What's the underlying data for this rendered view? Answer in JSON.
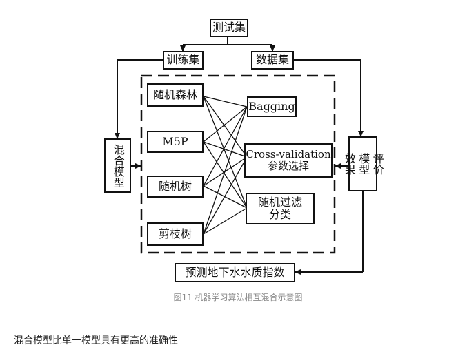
{
  "diagram": {
    "nodes": {
      "test_set": "测试集",
      "train_set": "训练集",
      "data_set": "数据集",
      "random_forest": "随机森林",
      "m5p": "M5P",
      "random_tree": "随机树",
      "pruned_tree": "剪枝树",
      "bagging": "Bagging",
      "cv_line1": "Cross-validation",
      "cv_line2": "参数选择",
      "filter_line1": "随机过滤",
      "filter_line2": "分类",
      "hybrid_model": "混合模型",
      "eval_line1": "评价",
      "eval_line2": "模型",
      "eval_line3": "效果",
      "output": "预测地下水水质指数"
    }
  },
  "caption": "图11 机器学习算法相互混合示意图",
  "body_text": "混合模型比单一模型具有更高的准确性"
}
